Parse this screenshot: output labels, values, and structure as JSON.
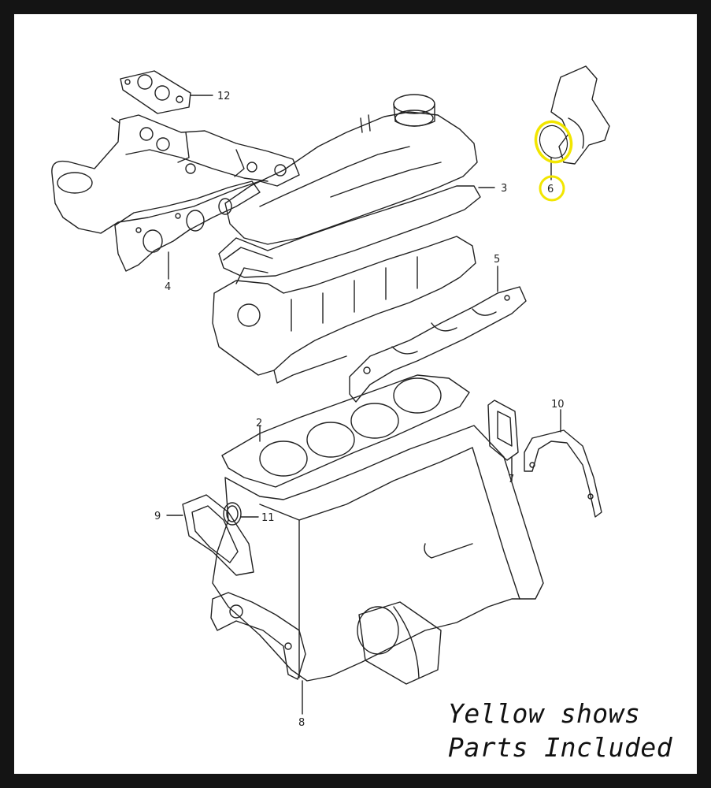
{
  "diagram": {
    "callouts": [
      {
        "id": "12",
        "label": "12"
      },
      {
        "id": "3",
        "label": "3"
      },
      {
        "id": "6",
        "label": "6",
        "highlighted": true
      },
      {
        "id": "4",
        "label": "4"
      },
      {
        "id": "5",
        "label": "5"
      },
      {
        "id": "2",
        "label": "2"
      },
      {
        "id": "10",
        "label": "10"
      },
      {
        "id": "7",
        "label": "7"
      },
      {
        "id": "9",
        "label": "9"
      },
      {
        "id": "11",
        "label": "11"
      },
      {
        "id": "8",
        "label": "8"
      }
    ],
    "highlight_color": "#f2e600",
    "line_color": "#222222"
  },
  "legend": {
    "line1": "Yellow shows",
    "line2": "Parts Included"
  }
}
